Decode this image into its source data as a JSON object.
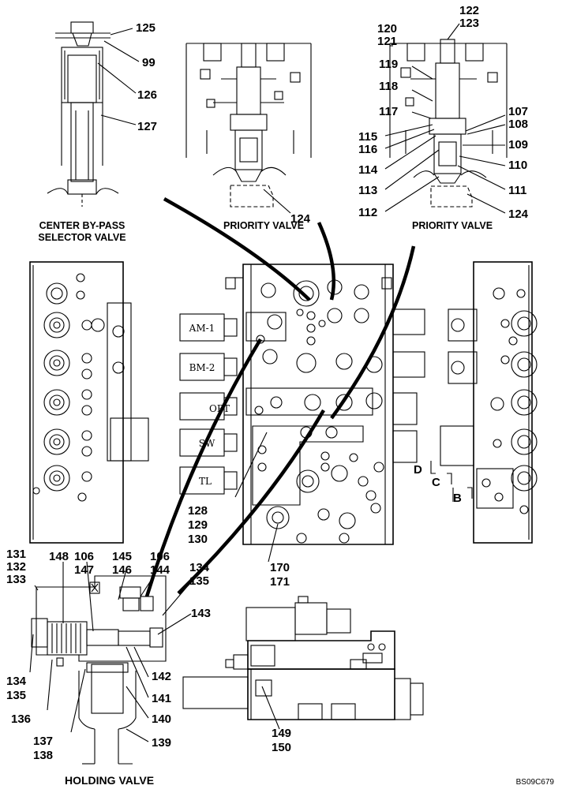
{
  "captions": {
    "center_bypass_1": "CENTER BY-PASS",
    "center_bypass_2": "SELECTOR VALVE",
    "priority_left": "PRIORITY VALVE",
    "priority_right": "PRIORITY VALVE",
    "holding": "HOLDING VALVE"
  },
  "solenoids": [
    "AM-1",
    "BM-2",
    "OPT",
    "SW",
    "TL"
  ],
  "view_markers": {
    "b": "B",
    "c": "C",
    "d": "D"
  },
  "part_numbers": {
    "p125": "125",
    "p99": "99",
    "p126": "126",
    "p127": "127",
    "p124a": "124",
    "p124b": "124",
    "p122": "122",
    "p123": "123",
    "p120": "120",
    "p121": "121",
    "p119": "119",
    "p118": "118",
    "p117": "117",
    "p115": "115",
    "p116": "116",
    "p114": "114",
    "p113": "113",
    "p112": "112",
    "p107": "107",
    "p108": "108",
    "p109": "109",
    "p110": "110",
    "p111": "111",
    "p128": "128",
    "p129": "129",
    "p130": "130",
    "p170": "170",
    "p171": "171",
    "p131": "131",
    "p132": "132",
    "p133": "133",
    "p148": "148",
    "p106a": "106",
    "p147": "147",
    "p145": "145",
    "p146": "146",
    "p106b": "106",
    "p144": "144",
    "p134a": "134",
    "p135a": "135",
    "p143": "143",
    "p142": "142",
    "p141": "141",
    "p140": "140",
    "p139": "139",
    "p134b": "134",
    "p135b": "135",
    "p136": "136",
    "p137": "137",
    "p138": "138",
    "p149": "149",
    "p150": "150"
  },
  "reference_code": "BS09C679"
}
